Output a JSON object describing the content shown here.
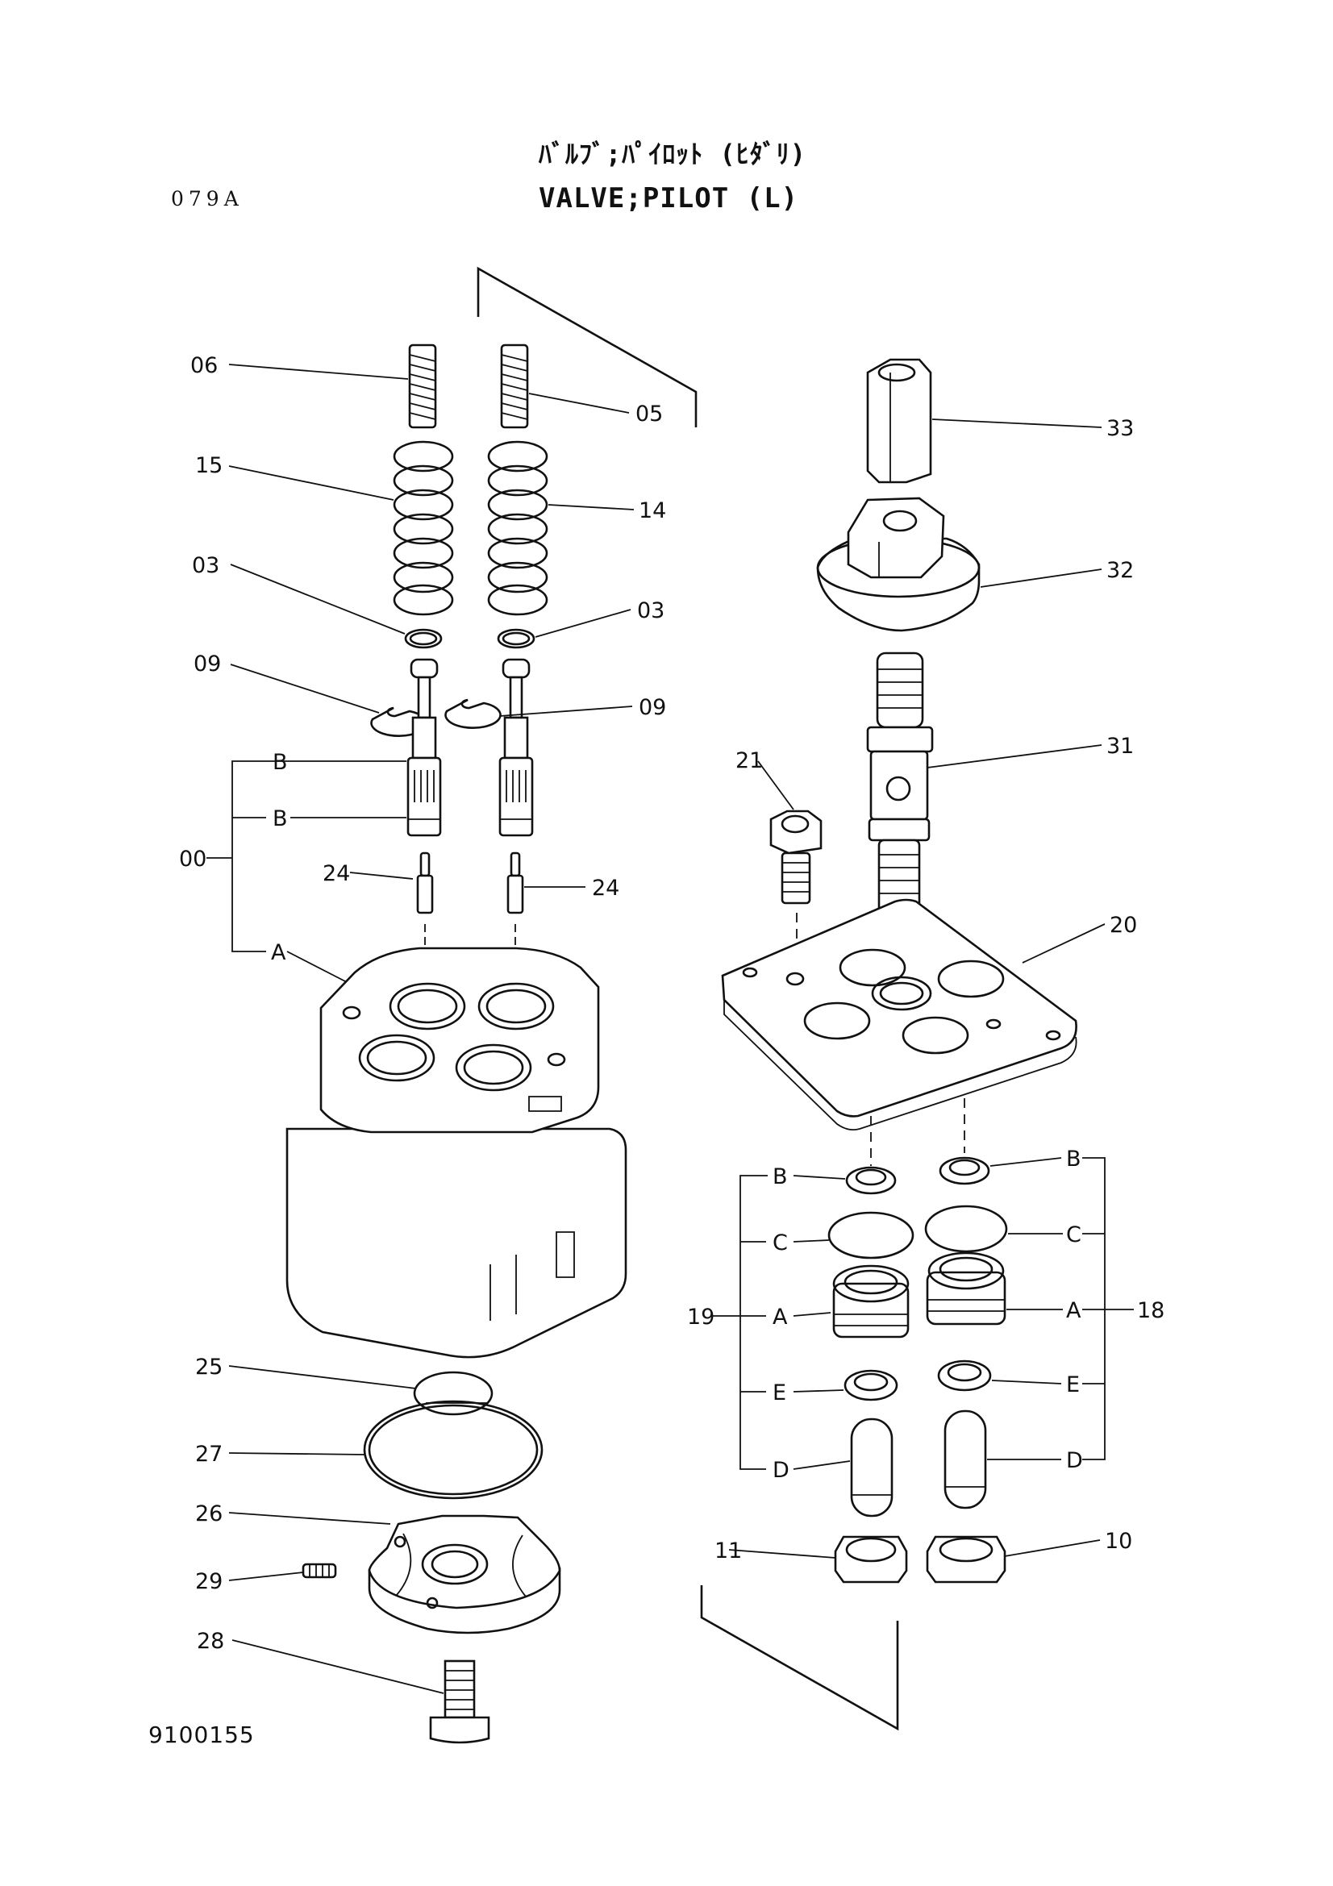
{
  "header": {
    "page_code": "079A",
    "title_jp": "ﾊﾞﾙﾌﾞ;ﾊﾟｲﾛｯﾄ (ﾋﾀﾞﾘ)",
    "title_en": "VALVE;PILOT (L)"
  },
  "footer": {
    "drawing_number": "9100155"
  },
  "callouts": {
    "c06": "06",
    "c05": "05",
    "c15": "15",
    "c14": "14",
    "c03_left": "03",
    "c03_right": "03",
    "c09_left": "09",
    "c09_right": "09",
    "c00": "00",
    "cB_top": "B",
    "cB_mid": "B",
    "cA_body": "A",
    "c24_left": "24",
    "c24_right": "24",
    "c25": "25",
    "c27": "27",
    "c26": "26",
    "c29": "29",
    "c28": "28",
    "c33": "33",
    "c32": "32",
    "c31": "31",
    "c21": "21",
    "c20": "20",
    "c19": "19",
    "c18": "18",
    "l_B": "B",
    "l_C": "C",
    "l_A": "A",
    "l_E": "E",
    "l_D": "D",
    "r_B": "B",
    "r_C": "C",
    "r_A": "A",
    "r_E": "E",
    "r_D": "D",
    "c11": "11",
    "c10": "10"
  }
}
